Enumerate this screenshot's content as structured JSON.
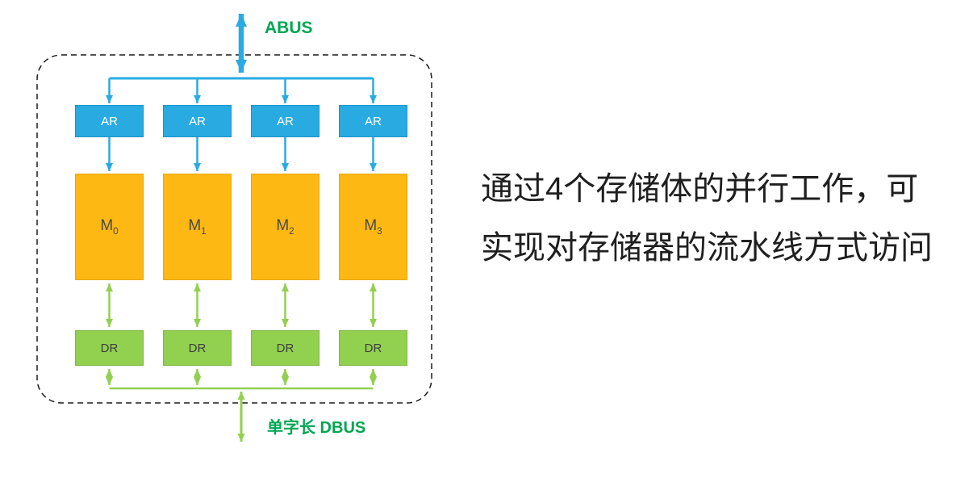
{
  "diagram": {
    "abus_label": "ABUS",
    "dbus_label": "单字长 DBUS",
    "banks": [
      {
        "ar": "AR",
        "m_name": "M",
        "m_sub": "0",
        "dr": "DR"
      },
      {
        "ar": "AR",
        "m_name": "M",
        "m_sub": "1",
        "dr": "DR"
      },
      {
        "ar": "AR",
        "m_name": "M",
        "m_sub": "2",
        "dr": "DR"
      },
      {
        "ar": "AR",
        "m_name": "M",
        "m_sub": "3",
        "dr": "DR"
      }
    ]
  },
  "caption": {
    "line1": "通过4个存储体的并行工作，可",
    "line2": "实现对存储器的流水线方式访问"
  },
  "colors": {
    "abus_blue": "#29ABE2",
    "memory_orange": "#FDB813",
    "dbus_green": "#92D050",
    "bus_label_green": "#00A651",
    "caption_text": "#1f1f1f"
  }
}
